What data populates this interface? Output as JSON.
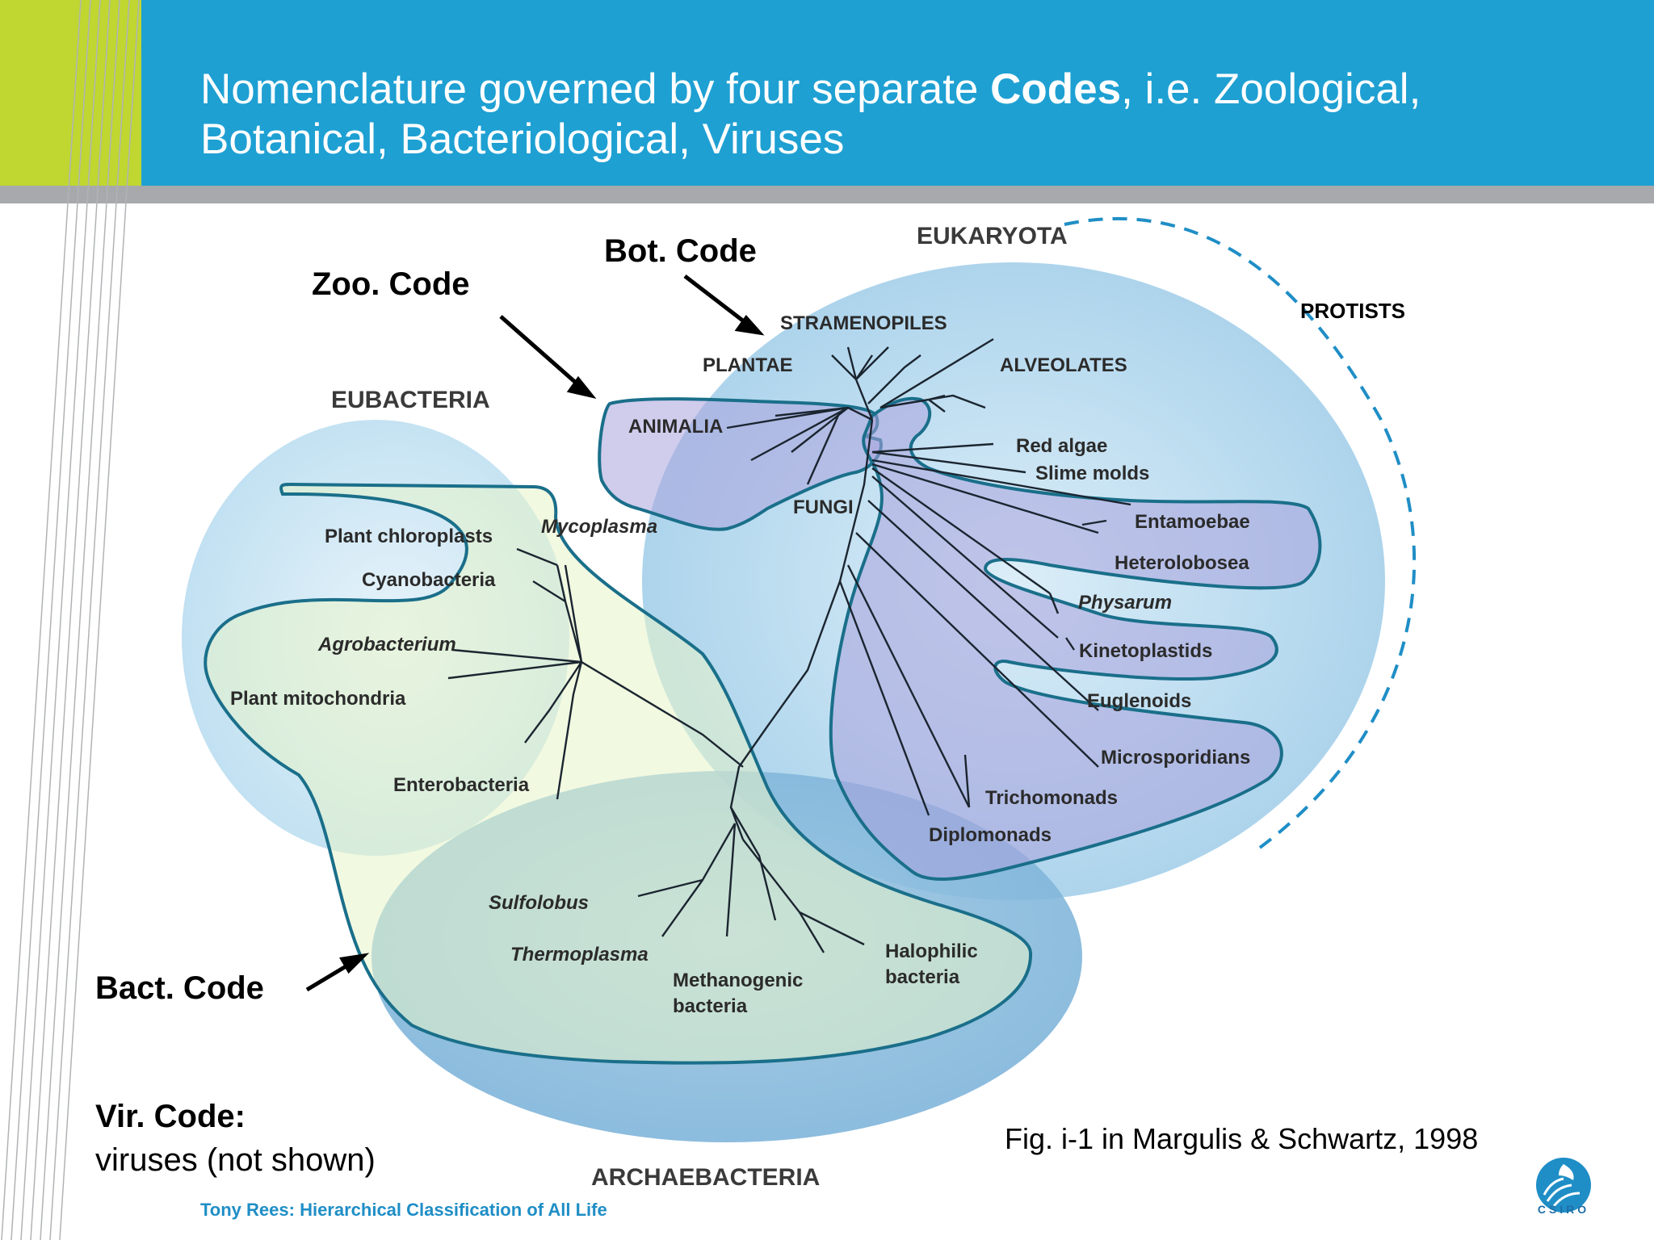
{
  "slide": {
    "title_part1": "Nomenclature governed by four separate ",
    "title_bold": "Codes",
    "title_part2": ", i.e. Zoological, Botanical, Bacteriological, Viruses",
    "footer": "Tony Rees: Hierarchical Classification of All Life",
    "logo_text": "CSIRO",
    "colors": {
      "header_blue": "#1ea0d3",
      "accent_green": "#bfd730",
      "outline": "#1a6f8a"
    }
  },
  "annotations": {
    "zoo": "Zoo. Code",
    "bot": "Bot. Code",
    "bact": "Bact. Code",
    "vir_title": "Vir. Code:",
    "vir_sub": "viruses (not shown)",
    "protists": "PROTISTS",
    "figure_credit": "Fig. i-1 in Margulis & Schwartz, 1998"
  },
  "domains": {
    "eukaryota": "EUKARYOTA",
    "eubacteria": "EUBACTERIA",
    "archaebacteria": "ARCHAEBACTERIA"
  },
  "taxa": {
    "stramenopiles": "STRAMENOPILES",
    "plantae": "PLANTAE",
    "alveolates": "ALVEOLATES",
    "animalia": "ANIMALIA",
    "fungi": "FUNGI",
    "red_algae": "Red algae",
    "slime_molds": "Slime molds",
    "entamoebae": "Entamoebae",
    "heterolobosea": "Heterolobosea",
    "physarum": "Physarum",
    "kinetoplastids": "Kinetoplastids",
    "euglenoids": "Euglenoids",
    "microsporidians": "Microsporidians",
    "trichomonads": "Trichomonads",
    "diplomonads": "Diplomonads",
    "plant_chloroplasts": "Plant chloroplasts",
    "mycoplasma": "Mycoplasma",
    "cyanobacteria": "Cyanobacteria",
    "agrobacterium": "Agrobacterium",
    "plant_mitochondria": "Plant mitochondria",
    "enterobacteria": "Enterobacteria",
    "sulfolobus": "Sulfolobus",
    "thermoplasma": "Thermoplasma",
    "methanogenic_1": "Methanogenic",
    "methanogenic_2": "bacteria",
    "halophilic_1": "Halophilic",
    "halophilic_2": "bacteria"
  }
}
